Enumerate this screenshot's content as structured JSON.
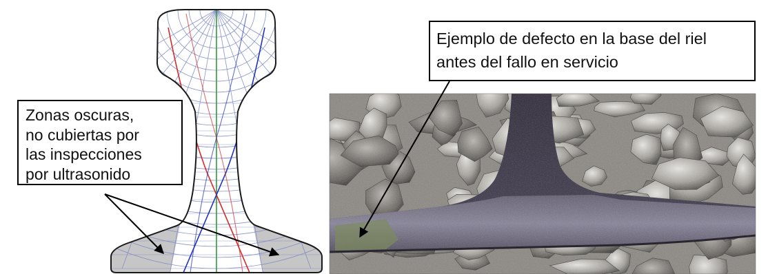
{
  "callouts": {
    "left_lines": [
      "Zonas oscuras,",
      "no cubiertas por",
      "las inspecciones",
      "por ultrasonido"
    ],
    "right_lines": [
      "Ejemplo de defecto en la base del riel",
      "antes del fallo en servicio"
    ]
  },
  "colors": {
    "rail_outline": "#1a1a1a",
    "dark_zone_fill": "#c6c6c6",
    "ultrasound_grid": "#7b86c4",
    "beam_red": "#d42a2a",
    "beam_blue": "#2233bb",
    "beam_green": "#2f9a3a",
    "photo_ballast": "#8e8b86",
    "photo_rail_steel": "#3d3a4a"
  },
  "icons": {
    "rail_diagram": "rail-cross-section-icon",
    "photo": "rail-base-photo-icon",
    "arrows": "arrow-icon"
  }
}
